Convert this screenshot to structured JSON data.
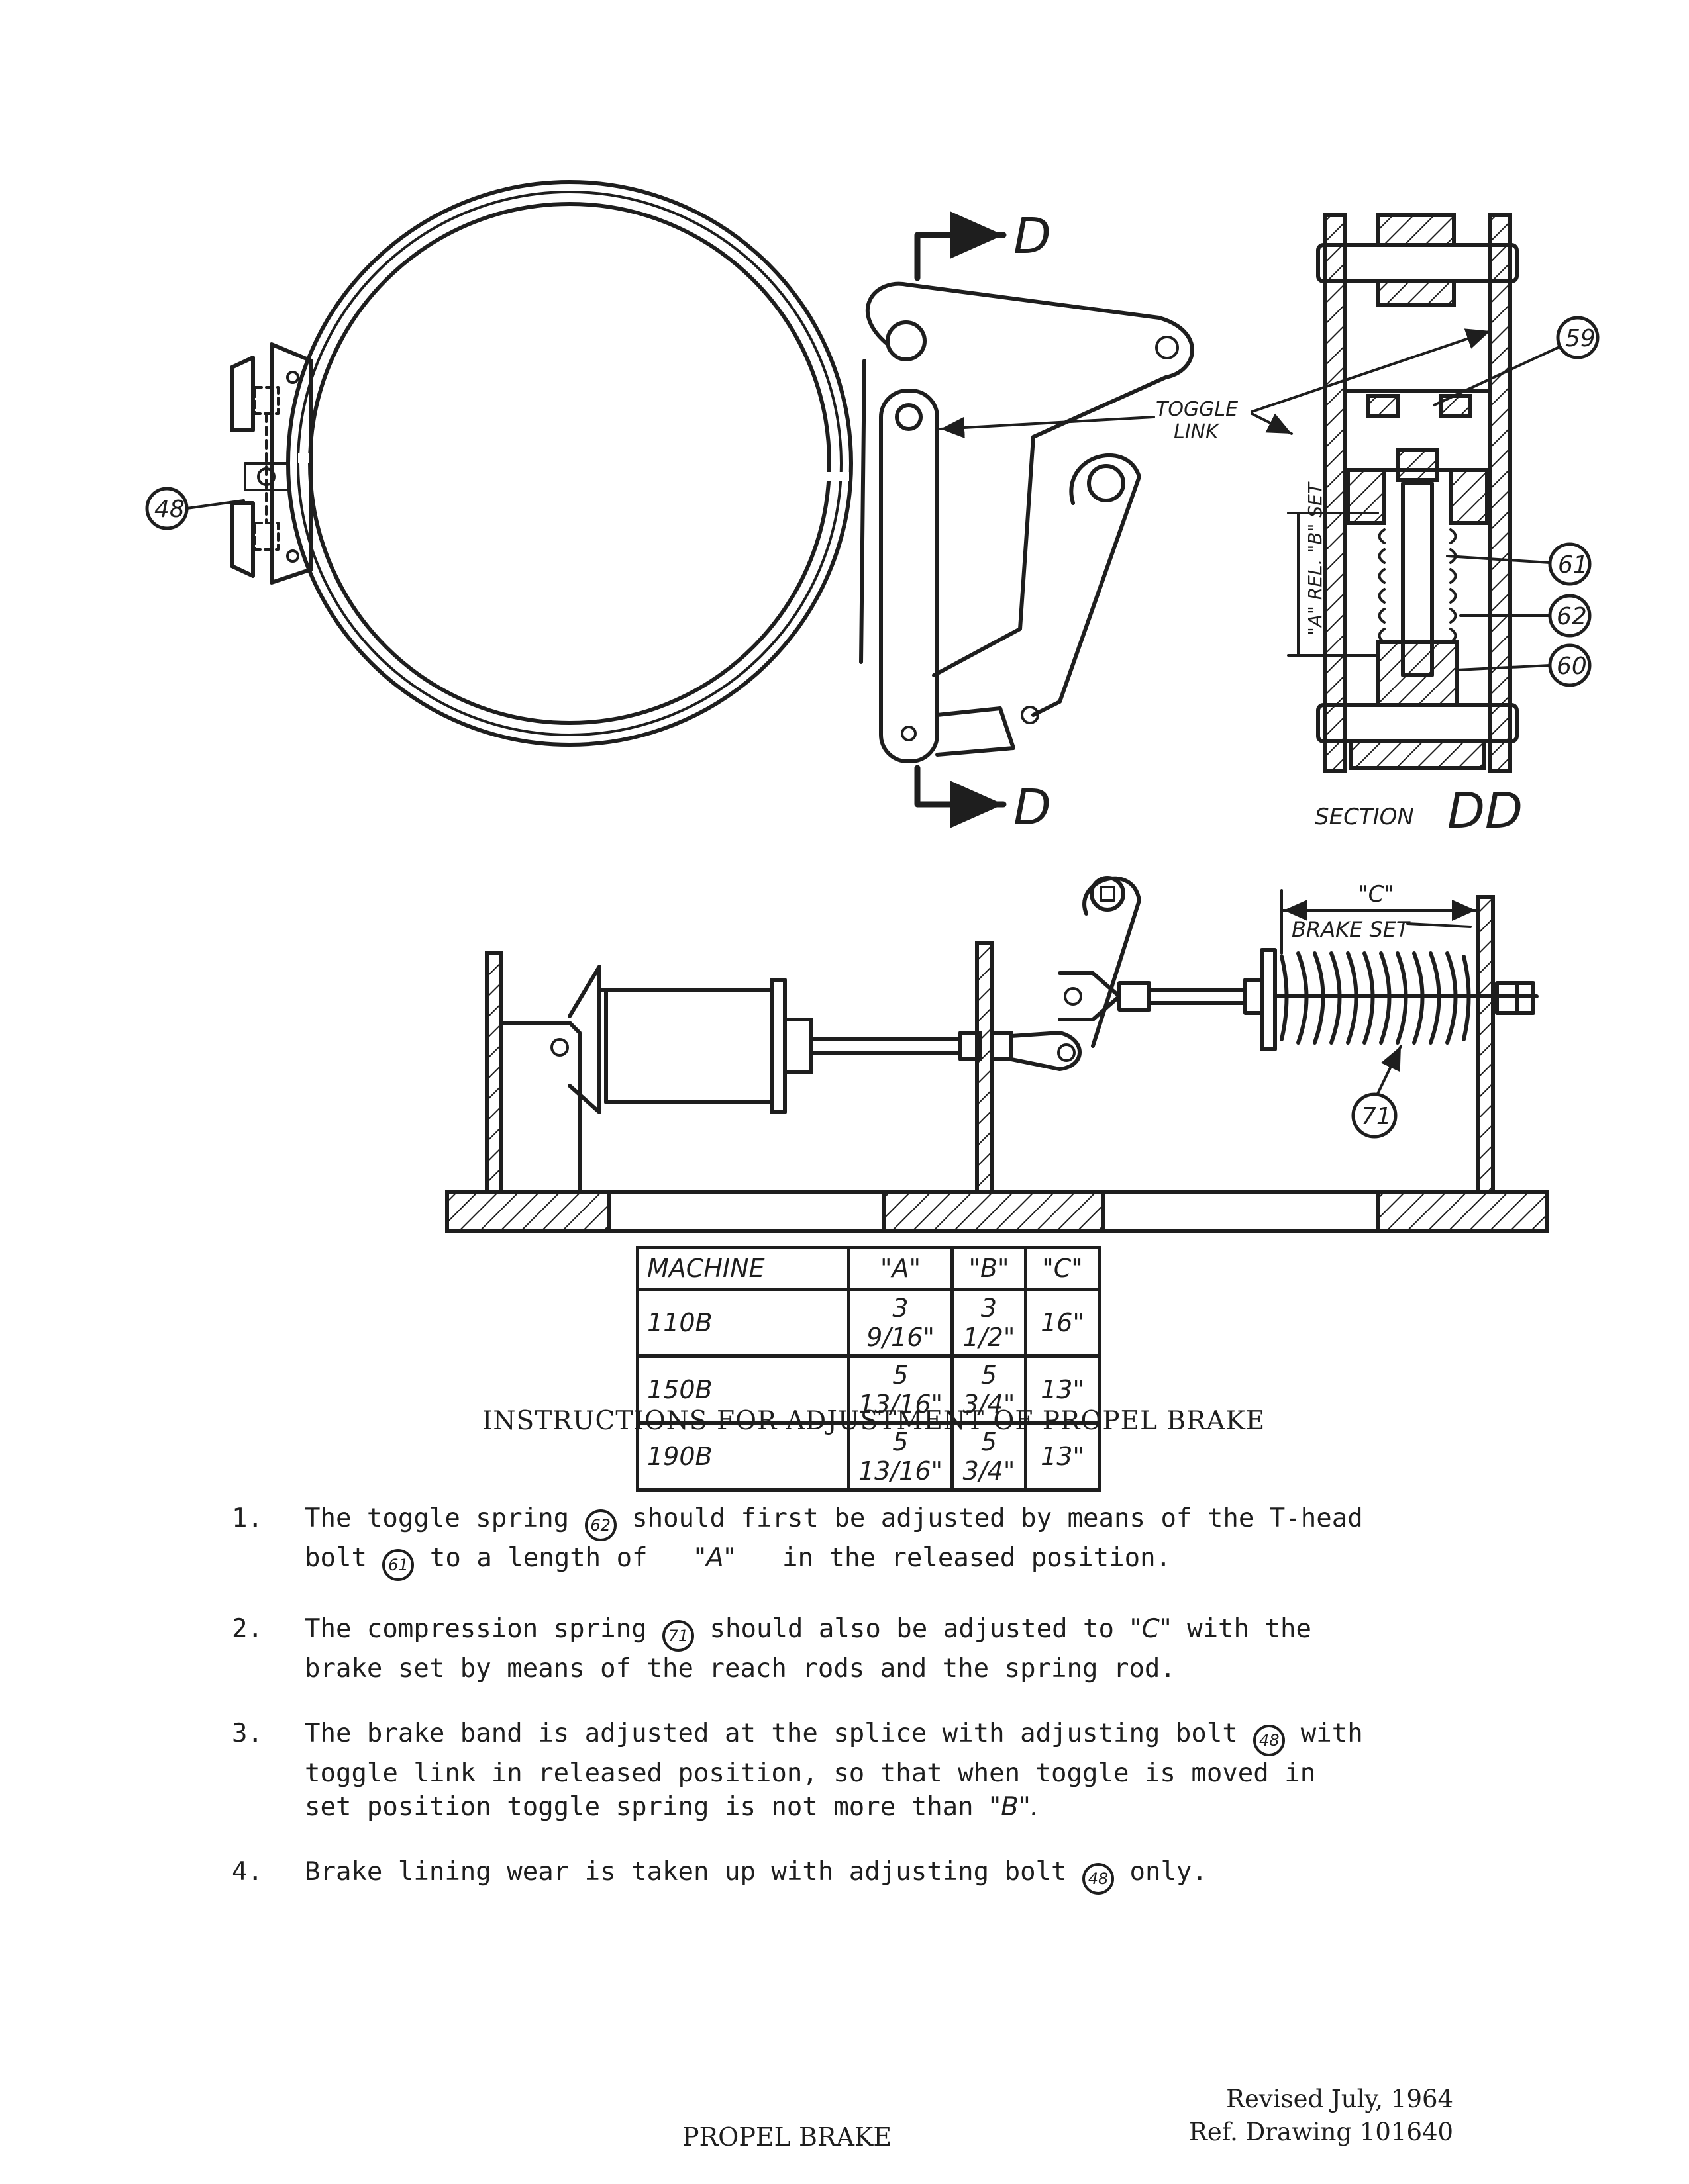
{
  "diagram": {
    "section_marker_letter": "D",
    "section_caption_word": "SECTION",
    "section_caption_letters": "DD",
    "toggle_link_label_line1": "TOGGLE",
    "toggle_link_label_line2": "LINK",
    "ab_label": "\"A\" REL. \"B\" SET",
    "c_label": "\"C\"",
    "brake_set_label": "BRAKE SET",
    "callouts": {
      "c48": "48",
      "c59": "59",
      "c61": "61",
      "c62": "62",
      "c60": "60",
      "c71": "71"
    }
  },
  "table": {
    "headers": [
      "MACHINE",
      "\"A\"",
      "\"B\"",
      "\"C\""
    ],
    "rows": [
      [
        "110B",
        "3 9/16\"",
        "3 1/2\"",
        "16\""
      ],
      [
        "150B",
        "5 13/16\"",
        "5 3/4\"",
        "13\""
      ],
      [
        "190B",
        "5 13/16\"",
        "5 3/4\"",
        "13\""
      ]
    ]
  },
  "instructions": {
    "heading": "INSTRUCTIONS FOR ADJUSTMENT OF PROPEL BRAKE",
    "steps": [
      {
        "number": "1.",
        "l1a": "The toggle spring ",
        "l1b": "62",
        "l1c": " should first be adjusted by means of the T-head",
        "l2a": "bolt ",
        "l2b": "61",
        "l2c": " to a length of   ",
        "l2d": "\"A\"",
        "l2e": "   in the released position."
      },
      {
        "number": "2.",
        "l1a": "The compression spring ",
        "l1b": "71",
        "l1c": " should also be adjusted to ",
        "l1d": "\"C\"",
        "l1e": " with the",
        "l2": "brake set by means of the reach rods and the spring rod."
      },
      {
        "number": "3.",
        "l1a": "The brake band is adjusted at the splice with adjusting bolt ",
        "l1b": "48",
        "l1c": " with",
        "l2": "toggle link in released position, so that when toggle is moved in",
        "l3a": "set position toggle spring is not more than ",
        "l3b": "\"B\"."
      },
      {
        "number": "4.",
        "l1a": "Brake lining wear is taken up with adjusting bolt ",
        "l1b": "48",
        "l1c": " only."
      }
    ]
  },
  "footer": {
    "title": "PROPEL BRAKE",
    "revised": "Revised July, 1964",
    "ref": "Ref. Drawing 101640"
  }
}
